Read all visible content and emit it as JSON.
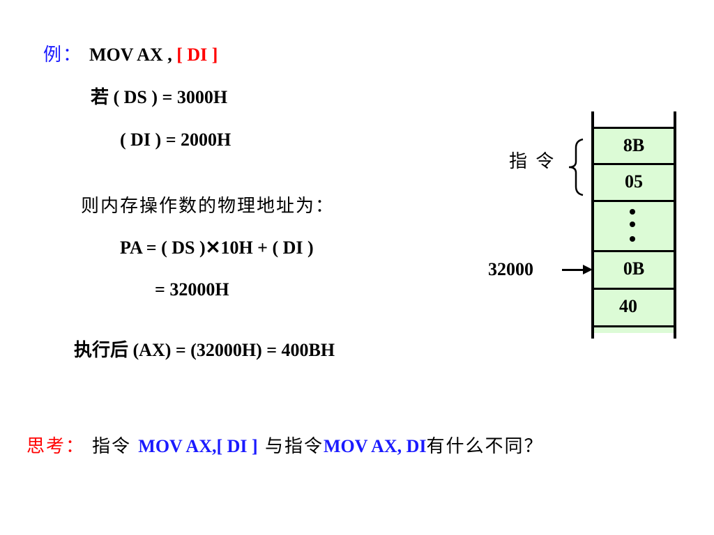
{
  "example": {
    "label": "例：",
    "instruction": "MOV  AX , ",
    "operand": "[ DI ]"
  },
  "given": {
    "ds_line": "若 ( DS ) = 3000H",
    "di_line": "( DI ) = 2000H"
  },
  "calc": {
    "intro": "则内存操作数的物理地址为：",
    "formula": "PA = ( DS )✕10H + ( DI )",
    "result": "= 32000H"
  },
  "after": "执行后 (AX) = (32000H) = 400BH",
  "memory": {
    "instruction_label": "指  令",
    "address_label": "32000",
    "cells": [
      "8B",
      "05",
      "0B",
      "40"
    ]
  },
  "thinking": {
    "label": "思考：",
    "text_1": "指令 ",
    "code_1": "MOV AX,[ DI ]",
    "text_2": " 与指令",
    "code_2": "MOV AX, DI",
    "text_3": "有什么不同？"
  },
  "colors": {
    "accent_blue": "#1a1aff",
    "accent_red": "#ff0000",
    "memory_fill": "#dcfbd6"
  }
}
